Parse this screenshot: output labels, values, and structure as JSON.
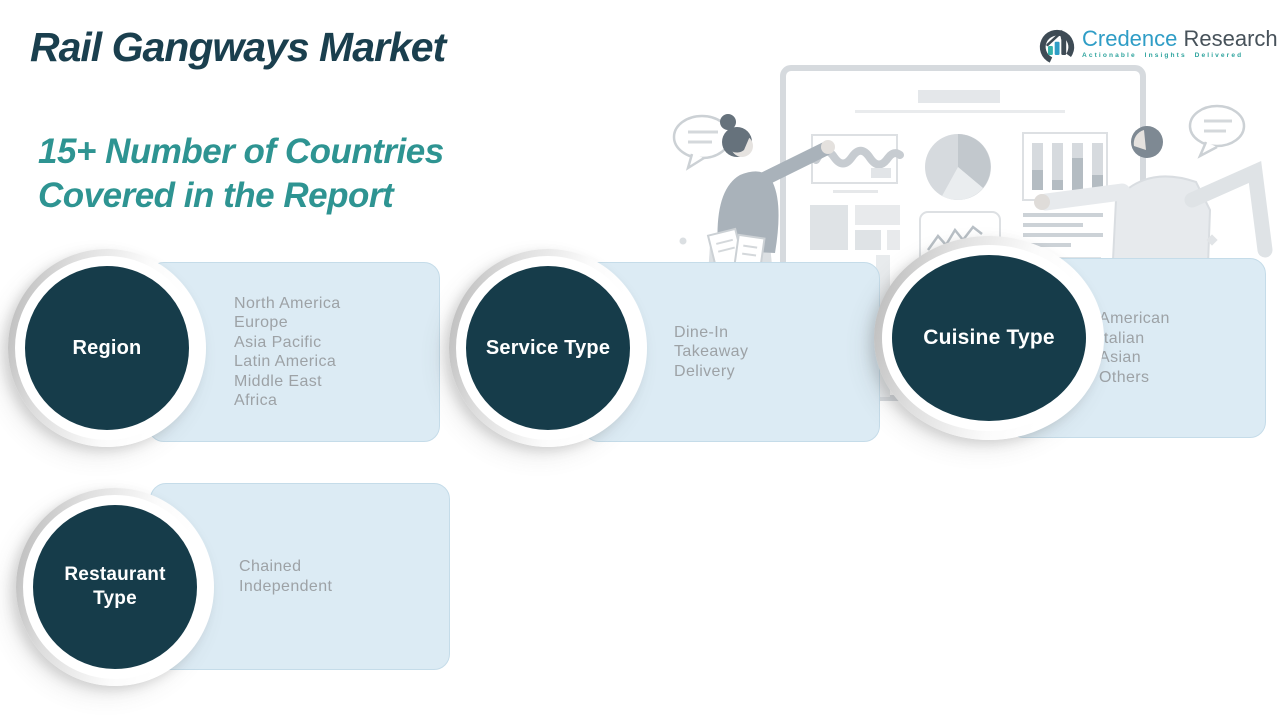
{
  "page": {
    "title": "Rail Gangways Market",
    "subtitle_line1": "15+ Number of Countries",
    "subtitle_line2": "Covered in the Report"
  },
  "logo": {
    "brand_primary": "Credence",
    "brand_secondary": "Research",
    "tagline": "Actionable Insights Delivered"
  },
  "segments": [
    {
      "label": "Region",
      "items": [
        "North America",
        "Europe",
        "Asia Pacific",
        "Latin America",
        "Middle East",
        "Africa"
      ]
    },
    {
      "label": "Service Type",
      "items": [
        "Dine-In",
        "Takeaway",
        "Delivery"
      ]
    },
    {
      "label": "Cuisine Type",
      "items": [
        "American",
        "Italian",
        "Asian",
        "Others"
      ]
    },
    {
      "label": "Restaurant Type",
      "items": [
        "Chained",
        "Independent"
      ]
    }
  ],
  "colors": {
    "title": "#1a3f4e",
    "subtitle": "#2e9492",
    "circle": "#163c4a",
    "card_bg": "#dcebf4",
    "card_text": "#9da2a6",
    "logo_blue": "#2f9dc6",
    "logo_slate": "#47525a",
    "logo_teal": "#2fa49e"
  }
}
